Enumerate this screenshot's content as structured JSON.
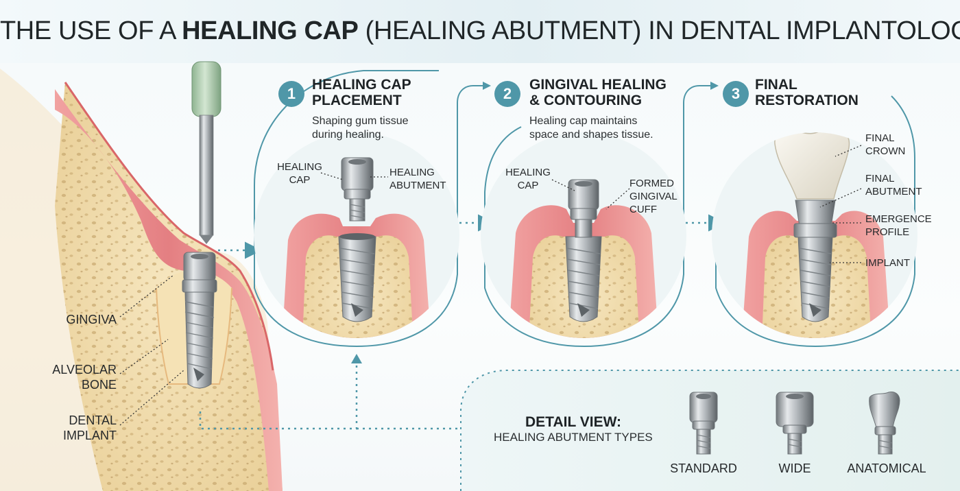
{
  "title": {
    "prefix": "THE USE OF A ",
    "bold": "HEALING CAP",
    "suffix": " (HEALING ABUTMENT) IN DENTAL IMPLANTOLOGY"
  },
  "overview_labels": {
    "gingiva": "GINGIVA",
    "alveolar_bone": "ALVEOLAR\nBONE",
    "dental_implant": "DENTAL\nIMPLANT"
  },
  "steps": [
    {
      "number": "1",
      "title": "HEALING CAP\nPLACEMENT",
      "description": "Shaping gum tissue\nduring healing.",
      "labels": [
        "HEALING\nCAP",
        "HEALING\nABUTMENT"
      ]
    },
    {
      "number": "2",
      "title": "GINGIVAL HEALING\n& CONTOURING",
      "description": "Healing cap maintains\nspace and shapes tissue.",
      "labels": [
        "HEALING\nCAP",
        "FORMED\nGINGIVAL\nCUFF"
      ]
    },
    {
      "number": "3",
      "title": "FINAL\nRESTORATION",
      "description": "",
      "labels": [
        "FINAL\nCROWN",
        "FINAL\nABUTMENT",
        "EMERGENCE\nPROFILE",
        "IMPLANT"
      ]
    }
  ],
  "detail": {
    "title": "DETAIL VIEW:",
    "subtitle": "HEALING ABUTMENT TYPES",
    "types": [
      "STANDARD",
      "WIDE",
      "ANATOMICAL"
    ]
  },
  "colors": {
    "accent": "#4f97a8",
    "gum": "#e98a8c",
    "bone": "#f0dcae",
    "metal": "#a9aeb2",
    "crown": "#f1ede2"
  },
  "icons": [
    "screwdriver-icon",
    "dotted-arrow-icon",
    "flow-arrow-icon"
  ]
}
